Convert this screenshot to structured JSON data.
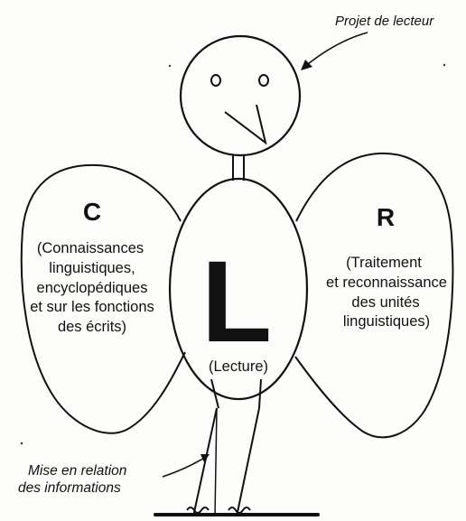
{
  "figure": {
    "reader_project_label": "Projet de lecteur",
    "left_wing": {
      "letter": "C",
      "lines": [
        "(Connaissances",
        "linguistiques,",
        "encyclopédiques",
        "et sur les fonctions",
        "des écrits)"
      ]
    },
    "right_wing": {
      "letter": "R",
      "lines": [
        "(Traitement",
        "et reconnaissance",
        "des unités",
        "linguistiques)"
      ]
    },
    "body": {
      "letter": "L",
      "label": "(Lecture)"
    },
    "legs_label": {
      "lines": [
        "Mise en relation",
        "des informations"
      ]
    }
  },
  "colors": {
    "ink": "#111111",
    "paper": "#fdfdfb"
  }
}
